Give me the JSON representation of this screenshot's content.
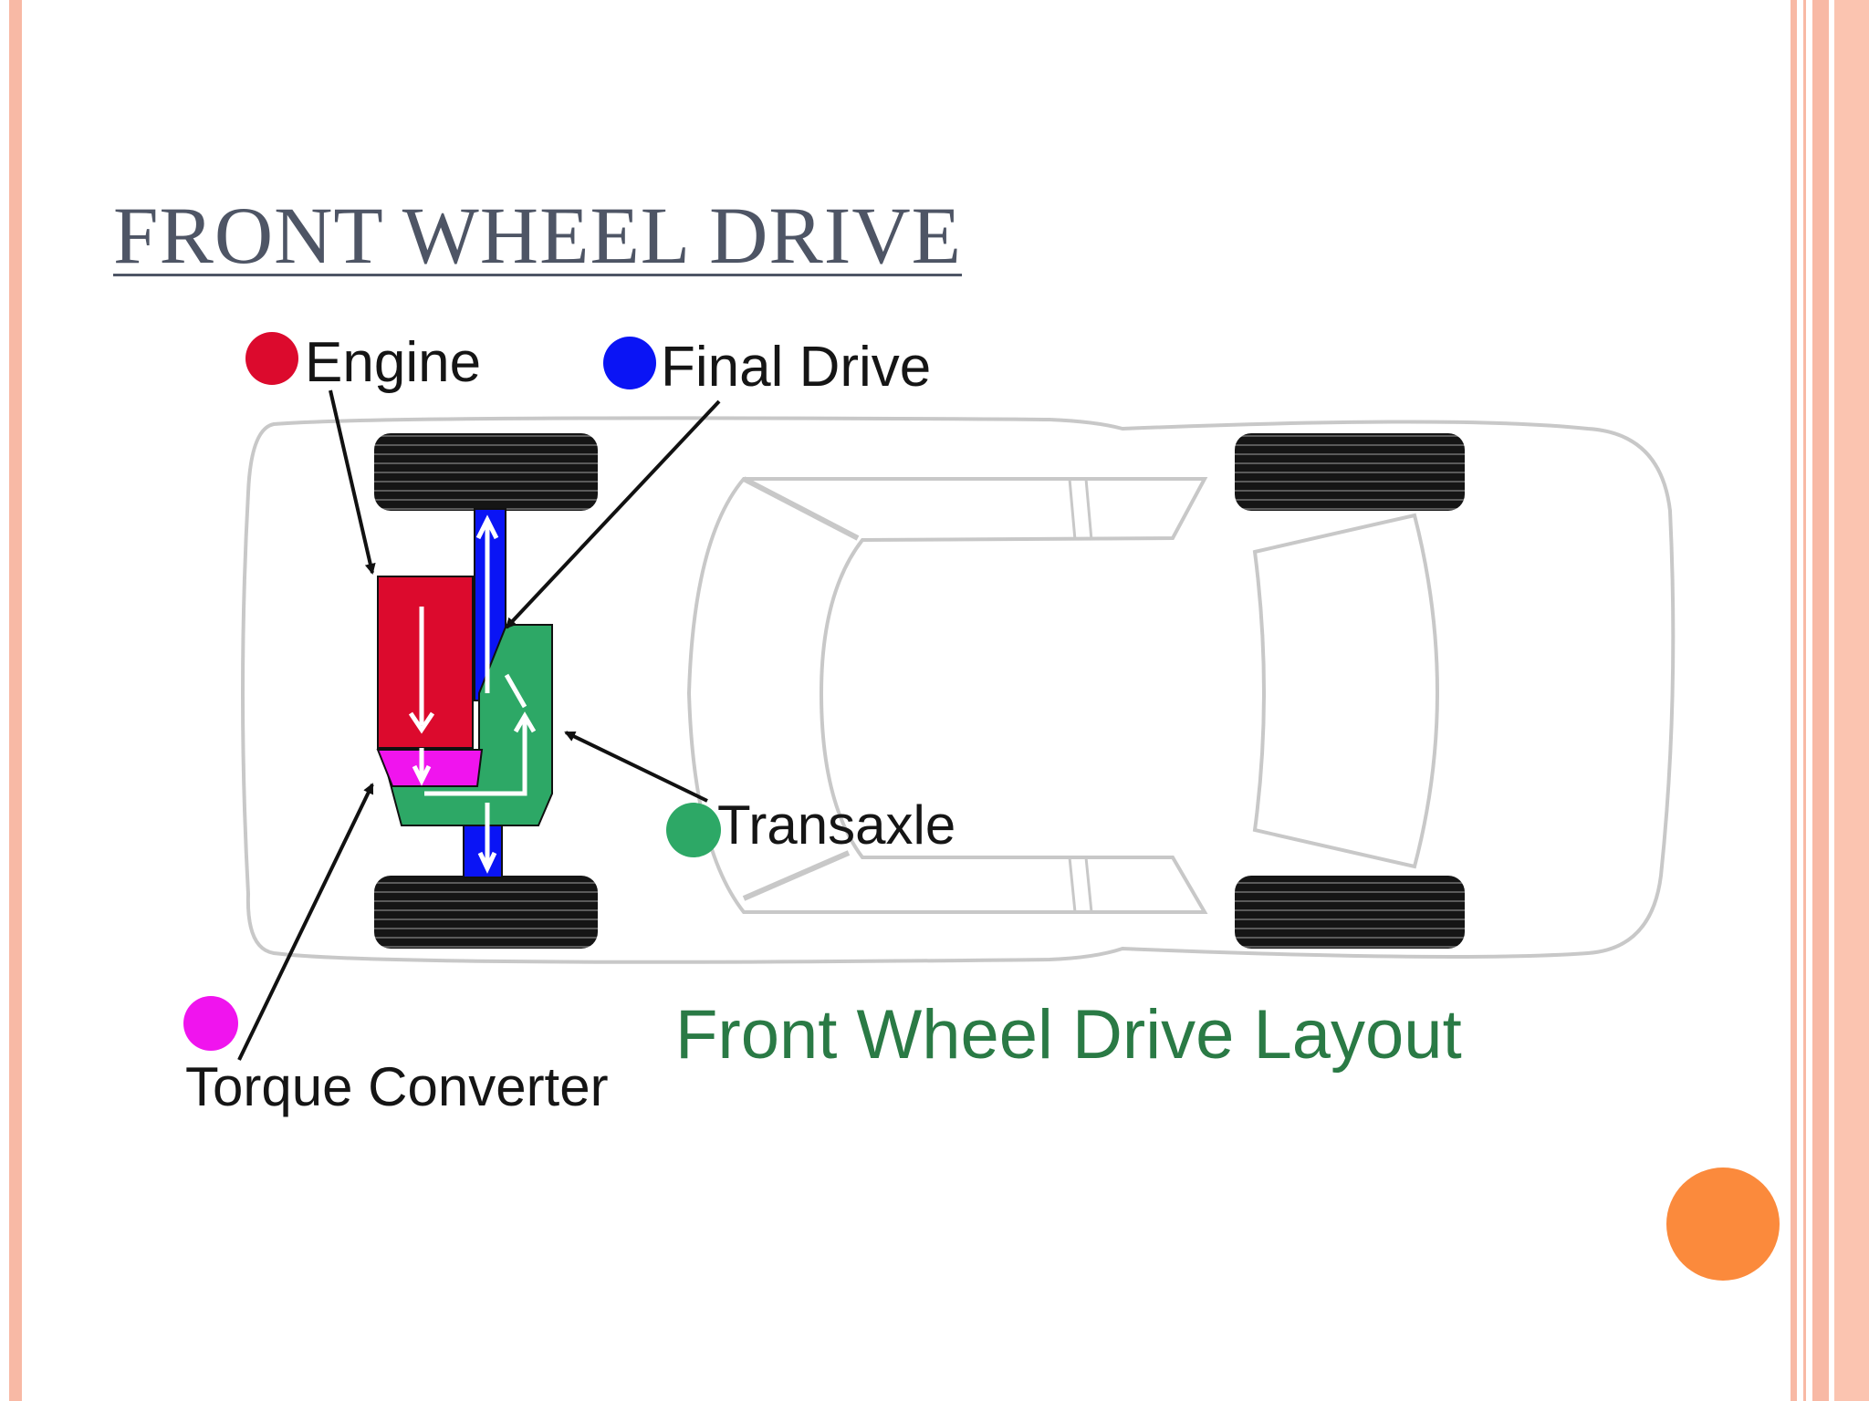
{
  "slide": {
    "title": "FRONT WHEEL DRIVE"
  },
  "diagram": {
    "labels": {
      "engine": "Engine",
      "final_drive": "Final Drive",
      "transaxle": "Transaxle",
      "torque_converter": "Torque Converter"
    },
    "caption": "Front Wheel Drive Layout"
  },
  "colors": {
    "engine": "#dc0a2d",
    "final_drive": "#0a14f5",
    "transaxle": "#2da866",
    "torque_converter": "#f014ee",
    "caption": "#2a7a45",
    "accent_dot": "#fb8a3c",
    "border": "#f8b9a5",
    "title": "#4e5565"
  }
}
